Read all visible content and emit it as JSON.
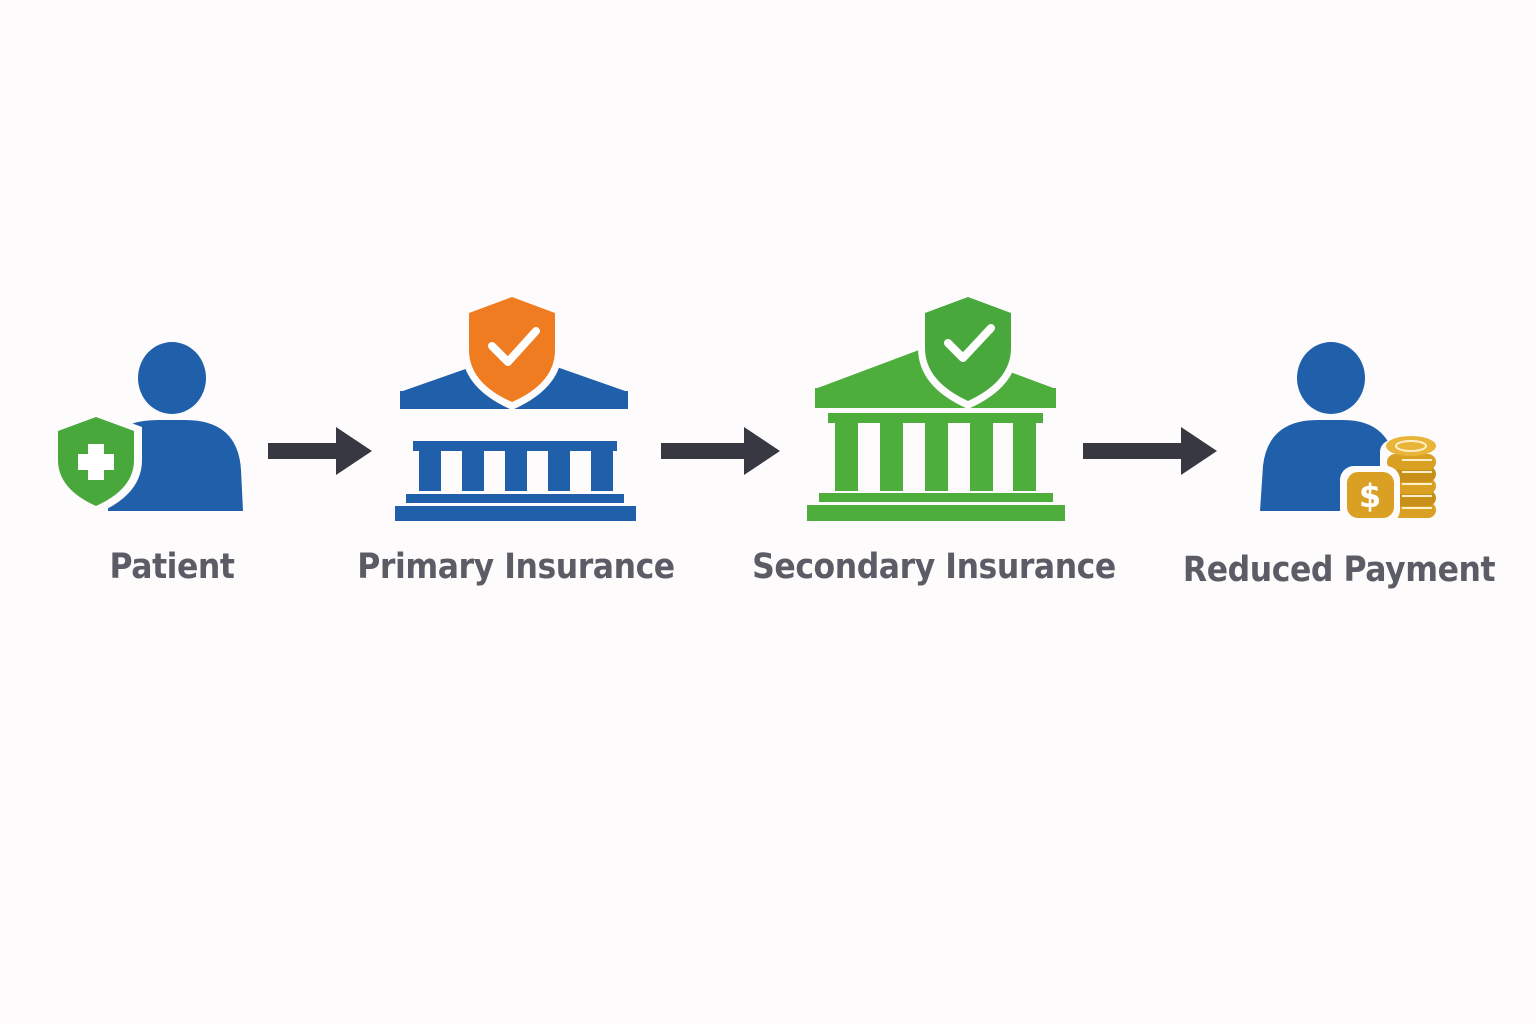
{
  "colors": {
    "person_blue": "#2060aa",
    "shield_green": "#48a83c",
    "shield_orange": "#f07c22",
    "bank_blue": "#2060aa",
    "bank_green": "#4eae3c",
    "arrow_dark": "#383843",
    "coin_gold": "#d9a024",
    "label_gray": "#5c5c66",
    "background": "#fdfbfc"
  },
  "steps": [
    {
      "label": "Patient",
      "icon": "patient-with-medical-shield-icon"
    },
    {
      "label": "Primary Insurance",
      "icon": "bank-with-orange-check-shield-icon"
    },
    {
      "label": "Secondary Insurance",
      "icon": "bank-with-green-check-shield-icon"
    },
    {
      "label": "Reduced Payment",
      "icon": "person-with-coins-icon"
    }
  ],
  "connectors": [
    "arrow-right-icon",
    "arrow-right-icon",
    "arrow-right-icon"
  ],
  "coin_symbol": "$"
}
